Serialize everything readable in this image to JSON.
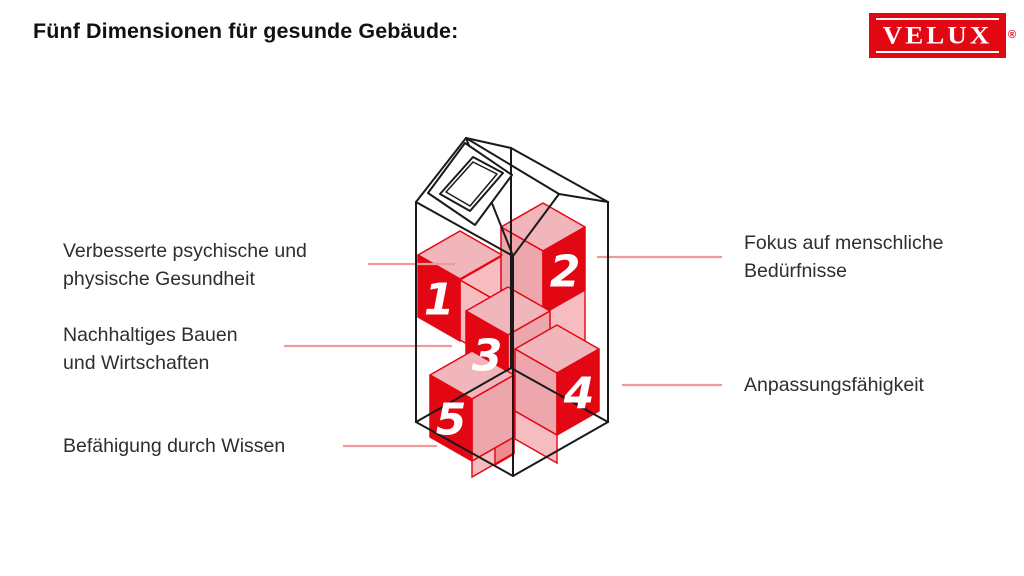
{
  "title": "Fünf Dimensionen für gesunde Gebäude:",
  "logo": {
    "brand": "VELUX",
    "registered_mark": "®"
  },
  "colors": {
    "brand_red": "#e30613",
    "cube_top_pink": "#f1b6bb",
    "cube_side_pink": "#eca6ac",
    "ghost_pink": "rgba(227,6,19,0.27)",
    "connector_pink": "#f19a9c",
    "outline_black": "#1a1a1a",
    "label_text": "#2e2e2e"
  },
  "diagram": {
    "cubes": [
      {
        "number": "1"
      },
      {
        "number": "2"
      },
      {
        "number": "3"
      },
      {
        "number": "4"
      },
      {
        "number": "5"
      }
    ],
    "labels": [
      {
        "id": "dimension-1",
        "side": "left",
        "lines": [
          "Verbesserte psychische und",
          "physische Gesundheit"
        ]
      },
      {
        "id": "dimension-2",
        "side": "right",
        "lines": [
          "Fokus auf menschliche",
          "Bedürfnisse"
        ]
      },
      {
        "id": "dimension-3",
        "side": "left",
        "lines": [
          "Nachhaltiges Bauen",
          "und Wirtschaften"
        ]
      },
      {
        "id": "dimension-4",
        "side": "right",
        "lines": [
          "Anpassungsfähigkeit"
        ]
      },
      {
        "id": "dimension-5",
        "side": "left",
        "lines": [
          "Befähigung durch Wissen"
        ]
      }
    ]
  }
}
